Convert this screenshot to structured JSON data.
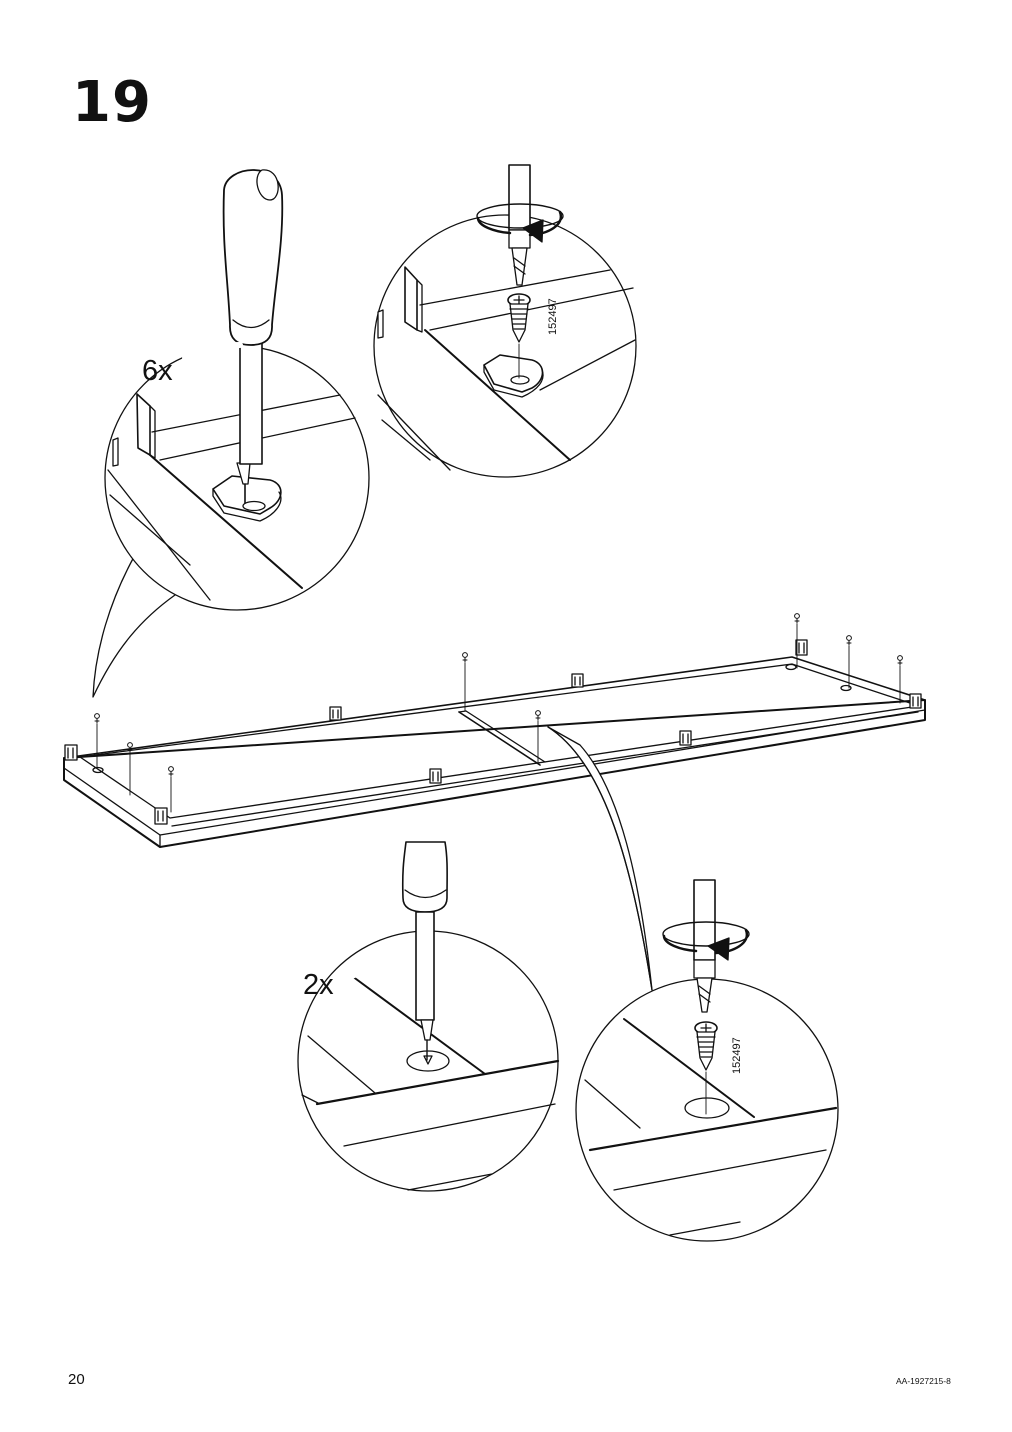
{
  "step": {
    "number": "19"
  },
  "details": {
    "top_left_quantity": "6x",
    "bottom_left_quantity": "2x",
    "top_right_part_code": "152497",
    "bottom_right_part_code": "152497"
  },
  "footer": {
    "page_number": "20",
    "document_code": "AA-1927215-8"
  },
  "colors": {
    "line": "#111111",
    "background": "#ffffff"
  },
  "icons": [
    "screwdriver-icon",
    "rotation-arrow-icon",
    "screw-icon",
    "bracket-icon"
  ]
}
